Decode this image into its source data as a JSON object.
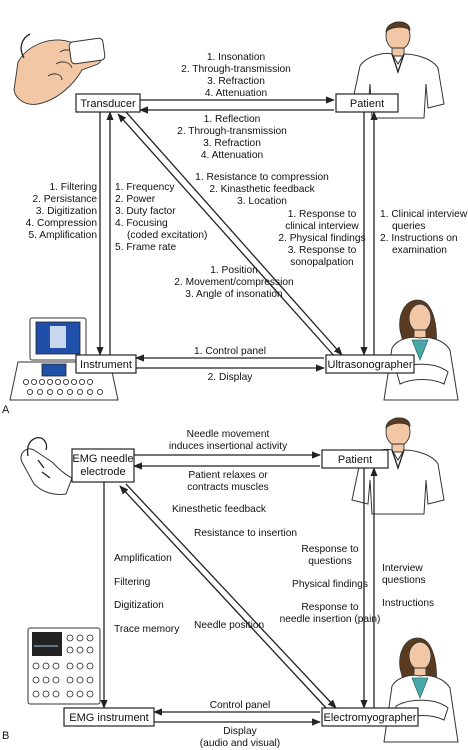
{
  "panel_a": {
    "panel_label": "A",
    "boxes": {
      "transducer": "Transducer",
      "patient": "Patient",
      "instrument": "Instrument",
      "ultrasonographer": "Ultrasonographer"
    },
    "transducer_to_patient": [
      "1. Insonation",
      "2. Through-transmission",
      "3. Refraction",
      "4. Attenuation"
    ],
    "patient_to_transducer": [
      "1. Reflection",
      "2. Through-transmission",
      "3. Refraction",
      "4. Attenuation"
    ],
    "transducer_to_instrument": [
      "1. Filtering",
      "2. Persistance",
      "3. Digitization",
      "4. Compression",
      "5. Amplification"
    ],
    "instrument_to_transducer": [
      "1. Frequency",
      "2. Power",
      "3. Duty factor",
      "4. Focusing",
      "(coded excitation)",
      "5. Frame rate"
    ],
    "transducer_to_sonographer": [
      "1. Resistance to compression",
      "2. Kinasthetic feedback",
      "3. Location"
    ],
    "sonographer_to_transducer": [
      "1. Position",
      "2. Movement/compression",
      "3. Angle of insonation"
    ],
    "patient_to_sonographer": [
      "1. Response to",
      "clinical interview",
      "2. Physical findings",
      "3. Response to",
      "sonopalpation"
    ],
    "sonographer_to_patient": [
      "1. Clinical interview",
      "queries",
      "2. Instructions on",
      "examination"
    ],
    "sonographer_to_instrument": "1. Control panel",
    "instrument_to_sonographer": "2. Display"
  },
  "panel_b": {
    "panel_label": "B",
    "boxes": {
      "emg_needle": [
        "EMG needle",
        "electrode"
      ],
      "patient": "Patient",
      "emg_instrument": "EMG instrument",
      "electromyographer": "Electromyographer"
    },
    "needle_to_patient": [
      "Needle movement",
      "induces insertional activity"
    ],
    "patient_to_needle": [
      "Patient relaxes or",
      "contracts muscles"
    ],
    "needle_to_instrument": [
      "Amplification",
      "Filtering",
      "Digitization",
      "Trace memory"
    ],
    "needle_to_emg_diag": [
      "Kinesthetic feedback",
      "Resistance to insertion"
    ],
    "emg_to_needle_diag": "Needle position",
    "patient_to_emg": [
      "Response to",
      "questions",
      "Physical findings",
      "Response to",
      "needle insertion (pain)"
    ],
    "emg_to_patient": [
      "Interview",
      "questions",
      "Instructions"
    ],
    "emg_to_instrument": "Control panel",
    "instrument_to_emg": [
      "Display",
      "(audio and visual)"
    ]
  }
}
